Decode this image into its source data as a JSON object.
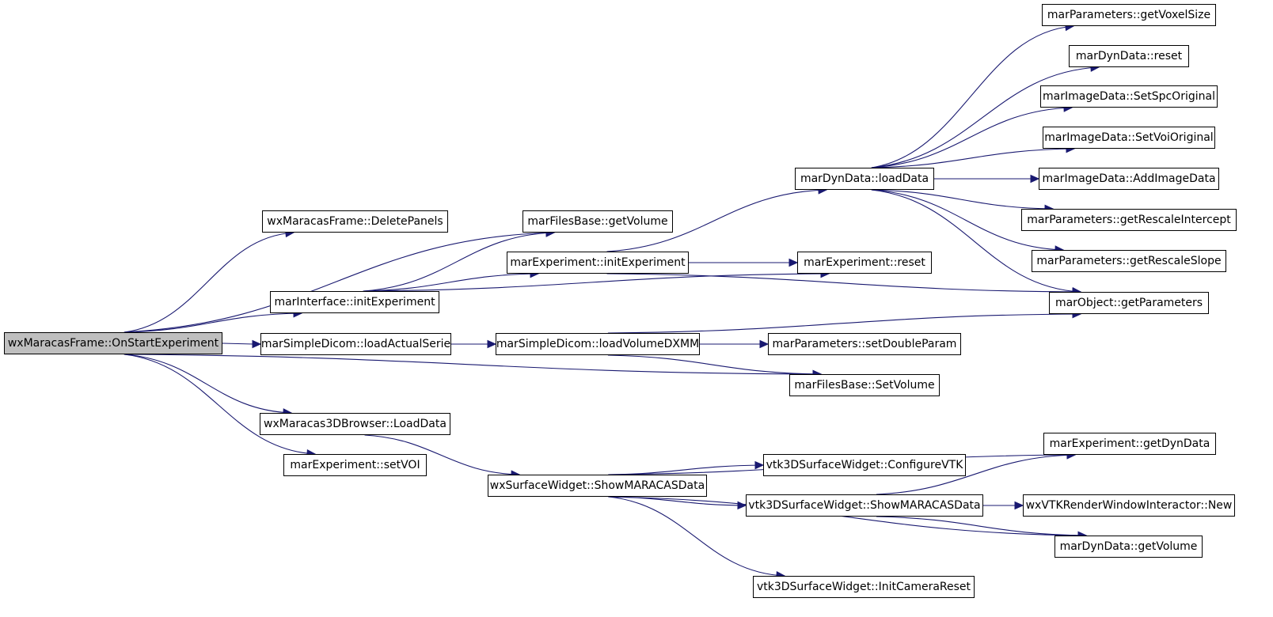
{
  "graph": {
    "edge_color": "#191970",
    "root_fill": "#bfbfbf",
    "nodes": [
      {
        "id": "root",
        "label": "wxMaracasFrame::OnStartExperiment"
      },
      {
        "id": "deletePanels",
        "label": "wxMaracasFrame::DeletePanels"
      },
      {
        "id": "mfbGetVolume",
        "label": "marFilesBase::getVolume"
      },
      {
        "id": "miInit",
        "label": "marInterface::initExperiment"
      },
      {
        "id": "meInit",
        "label": "marExperiment::initExperiment"
      },
      {
        "id": "mddLoadData",
        "label": "marDynData::loadData"
      },
      {
        "id": "meReset",
        "label": "marExperiment::reset"
      },
      {
        "id": "mpGetVoxelSize",
        "label": "marParameters::getVoxelSize"
      },
      {
        "id": "mddReset",
        "label": "marDynData::reset"
      },
      {
        "id": "midSetSpc",
        "label": "marImageData::SetSpcOriginal"
      },
      {
        "id": "midSetVoi",
        "label": "marImageData::SetVoiOriginal"
      },
      {
        "id": "midAdd",
        "label": "marImageData::AddImageData"
      },
      {
        "id": "mpGetRescaleIntercept",
        "label": "marParameters::getRescaleIntercept"
      },
      {
        "id": "mpGetRescaleSlope",
        "label": "marParameters::getRescaleSlope"
      },
      {
        "id": "moGetParams",
        "label": "marObject::getParameters"
      },
      {
        "id": "msdLoadActual",
        "label": "marSimpleDicom::loadActualSerie"
      },
      {
        "id": "msdLoadVolume",
        "label": "marSimpleDicom::loadVolumeDXMM"
      },
      {
        "id": "mpSetDouble",
        "label": "marParameters::setDoubleParam"
      },
      {
        "id": "mfbSetVolume",
        "label": "marFilesBase::SetVolume"
      },
      {
        "id": "wx3dLoad",
        "label": "wxMaracas3DBrowser::LoadData"
      },
      {
        "id": "meSetVOI",
        "label": "marExperiment::setVOI"
      },
      {
        "id": "wsShow",
        "label": "wxSurfaceWidget::ShowMARACASData"
      },
      {
        "id": "meGetDyn",
        "label": "marExperiment::getDynData"
      },
      {
        "id": "vtkConfigure",
        "label": "vtk3DSurfaceWidget::ConfigureVTK"
      },
      {
        "id": "vtkShow",
        "label": "vtk3DSurfaceWidget::ShowMARACASData"
      },
      {
        "id": "wxvtkNew",
        "label": "wxVTKRenderWindowInteractor::New"
      },
      {
        "id": "mddGetVolume",
        "label": "marDynData::getVolume"
      },
      {
        "id": "vtkInitCam",
        "label": "vtk3DSurfaceWidget::InitCameraReset"
      }
    ],
    "edges": [
      [
        "root",
        "deletePanels"
      ],
      [
        "root",
        "mfbGetVolume"
      ],
      [
        "root",
        "miInit"
      ],
      [
        "root",
        "msdLoadActual"
      ],
      [
        "root",
        "mfbSetVolume"
      ],
      [
        "root",
        "wx3dLoad"
      ],
      [
        "root",
        "meSetVOI"
      ],
      [
        "miInit",
        "mfbGetVolume"
      ],
      [
        "miInit",
        "meInit"
      ],
      [
        "miInit",
        "meReset"
      ],
      [
        "meInit",
        "mddLoadData"
      ],
      [
        "meInit",
        "meReset"
      ],
      [
        "meInit",
        "moGetParams"
      ],
      [
        "mddLoadData",
        "mpGetVoxelSize"
      ],
      [
        "mddLoadData",
        "mddReset"
      ],
      [
        "mddLoadData",
        "midSetSpc"
      ],
      [
        "mddLoadData",
        "midSetVoi"
      ],
      [
        "mddLoadData",
        "midAdd"
      ],
      [
        "mddLoadData",
        "mpGetRescaleIntercept"
      ],
      [
        "mddLoadData",
        "mpGetRescaleSlope"
      ],
      [
        "mddLoadData",
        "moGetParams"
      ],
      [
        "msdLoadActual",
        "msdLoadVolume"
      ],
      [
        "msdLoadVolume",
        "moGetParams"
      ],
      [
        "msdLoadVolume",
        "mpSetDouble"
      ],
      [
        "msdLoadVolume",
        "mfbSetVolume"
      ],
      [
        "wx3dLoad",
        "wsShow"
      ],
      [
        "wsShow",
        "meGetDyn"
      ],
      [
        "wsShow",
        "vtkConfigure"
      ],
      [
        "wsShow",
        "vtkShow"
      ],
      [
        "wsShow",
        "mddGetVolume"
      ],
      [
        "wsShow",
        "vtkInitCam"
      ],
      [
        "vtkShow",
        "meGetDyn"
      ],
      [
        "vtkShow",
        "wxvtkNew"
      ],
      [
        "vtkShow",
        "mddGetVolume"
      ]
    ]
  }
}
